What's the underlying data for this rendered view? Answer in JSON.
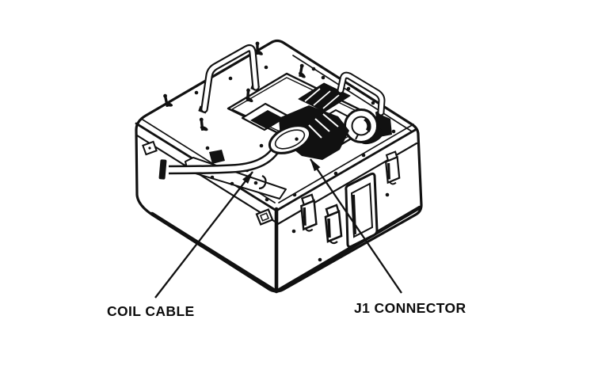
{
  "figure": {
    "type": "technical-illustration",
    "subject": "equipment transit case with coil cable attached to J1 connector",
    "paper_color": "#ffffff",
    "ink_color": "#111111",
    "callouts": [
      {
        "id": "coil-cable",
        "label": "COIL CABLE"
      },
      {
        "id": "j1-connector",
        "label": "J1 CONNECTOR"
      }
    ]
  }
}
